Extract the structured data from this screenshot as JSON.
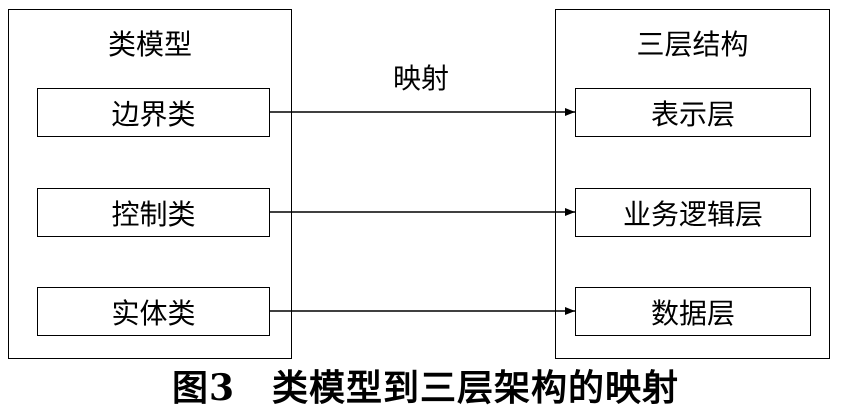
{
  "left_group": {
    "title": "类模型",
    "items": [
      "边界类",
      "控制类",
      "实体类"
    ]
  },
  "right_group": {
    "title": "三层结构",
    "items": [
      "表示层",
      "业务逻辑层",
      "数据层"
    ]
  },
  "mapping_label": "映射",
  "caption": "图3　类模型到三层架构的映射"
}
